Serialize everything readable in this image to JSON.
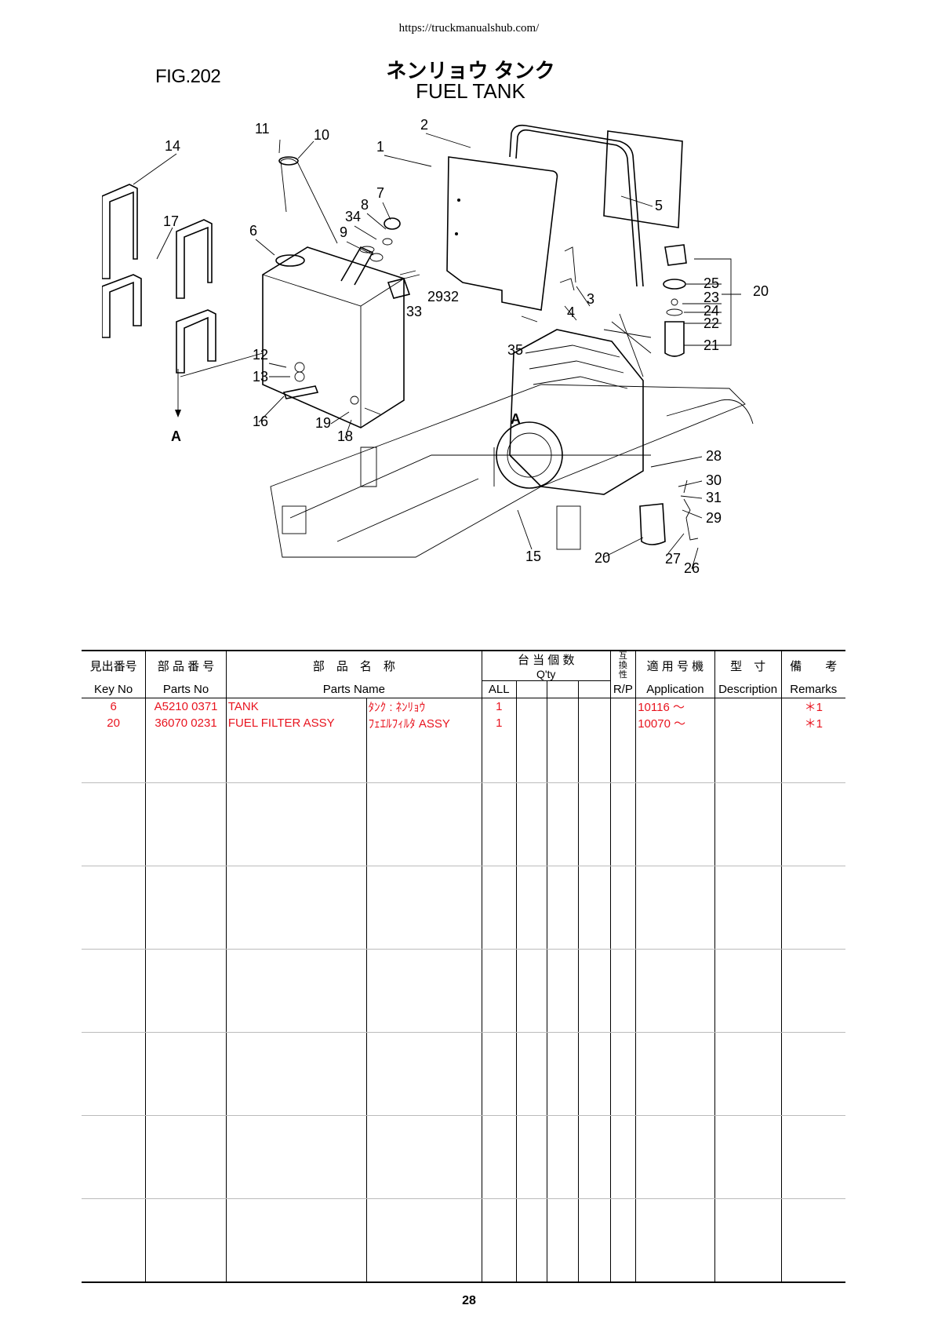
{
  "source_url": "https://truckmanualshub.com/",
  "figure_label": "FIG.202",
  "title_jp": "ネンリョウ タンク",
  "title_en": "FUEL TANK",
  "diagram": {
    "callouts": [
      "1",
      "2",
      "3",
      "4",
      "5",
      "6",
      "7",
      "8",
      "9",
      "10",
      "11",
      "12",
      "13",
      "14",
      "15",
      "16",
      "17",
      "18",
      "19",
      "20",
      "20",
      "21",
      "22",
      "23",
      "24",
      "25",
      "26",
      "27",
      "28",
      "29",
      "29",
      "30",
      "31",
      "32",
      "33",
      "34",
      "35",
      "A",
      "A"
    ]
  },
  "table": {
    "headers_jp": {
      "key_no": "見出番号",
      "parts_no": "部 品 番 号",
      "parts_name": "部　品　名　称",
      "qty": "台 当 個 数",
      "rp": "互換性",
      "application": "適 用 号 機",
      "description": "型　寸",
      "remarks": "備　　考"
    },
    "headers_en": {
      "key_no": "Key No",
      "parts_no": "Parts No",
      "parts_name": "Parts Name",
      "qty": "Q'ty",
      "qty_all": "ALL",
      "rp": "R/P",
      "application": "Application",
      "description": "Description",
      "remarks": "Remarks"
    },
    "rows": [
      {
        "key": "6",
        "parts_no": "A5210 0371",
        "name_en": "TANK",
        "name_jp": "ﾀﾝｸ : ﾈﾝﾘｮｳ",
        "qty": "1",
        "application": "10116 ～",
        "remarks": "＊1"
      },
      {
        "key": "20",
        "parts_no": "36070 0231",
        "name_en": "FUEL FILTER ASSY",
        "name_jp": "ﾌｪｴﾙﾌｨﾙﾀ ASSY",
        "qty": "1",
        "application": "10070 ～",
        "remarks": "＊1"
      }
    ]
  },
  "page_number": "28",
  "colors": {
    "highlight": "#e8141f",
    "text": "#000000"
  }
}
